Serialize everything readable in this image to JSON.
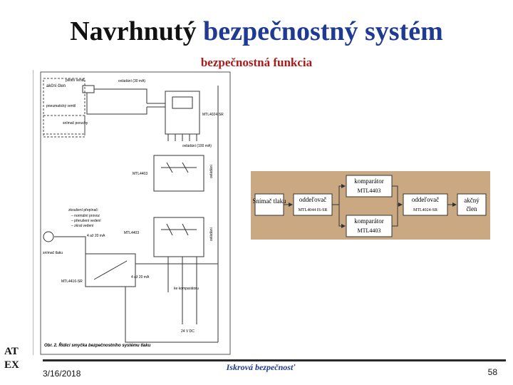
{
  "slide": {
    "title_part1": "Navrhnutý",
    "title_part2": "bezpečnostný systém",
    "subtitle": "bezpečnostná funkcia",
    "logo_line1": "AT",
    "logo_line2": "EX",
    "date": "3/16/2018",
    "footer": "Iskrová bezpečnosť",
    "page_number": "58",
    "colors": {
      "title_blue": "#1f3a93",
      "subtitle_red": "#b01818",
      "block_bg": "#c9a882",
      "node_fill": "#ffffff"
    }
  },
  "circuit": {
    "labels": {
      "actuator": "akční člen",
      "pilot_valve": "pilotní ventil",
      "pneumatic_valve": "pneumatický ventil",
      "fault_sensor": "snímač poruchy",
      "switching_current": "ovládání (30 mA)",
      "mtl4024": "MTL4024-SR",
      "control_current": "ovládání (100 mA)",
      "mtl4403_top": "MTL4403",
      "mtl4403_mid": "MTL4403",
      "fault_switch_list": "zkoušení přepínač:",
      "mode_normal": "– normální provoz",
      "mode_fault": "– přerušení vedení",
      "mode_short": "– zkrat vedení",
      "current_range_top": "4 až 20 mA",
      "pressure_sensor": "snímač tlaku",
      "mtl4416": "MTL4416-SR",
      "current_range_bot": "4 až 20 mA",
      "to_comparator": "ke komparátoru",
      "supply": "24 V DC",
      "side_label_1": "ovládání",
      "side_label_2": "ovládání",
      "caption": "Obr. 2. Řídicí smyčka bezpečnostního systému tlaku"
    }
  },
  "block_diagram": {
    "sensor": "Snímač tlaku",
    "separator1": "oddeľovač",
    "separator1_model": "MTL4044 IS-SR",
    "comparator_top": "komparátor",
    "comparator_top_model": "MTL4403",
    "comparator_bottom": "komparátor",
    "comparator_bottom_model": "MTL4403",
    "separator2": "oddeľovač",
    "separator2_model": "MTL4024-SR",
    "actuator_line1": "akčný",
    "actuator_line2": "člen"
  }
}
